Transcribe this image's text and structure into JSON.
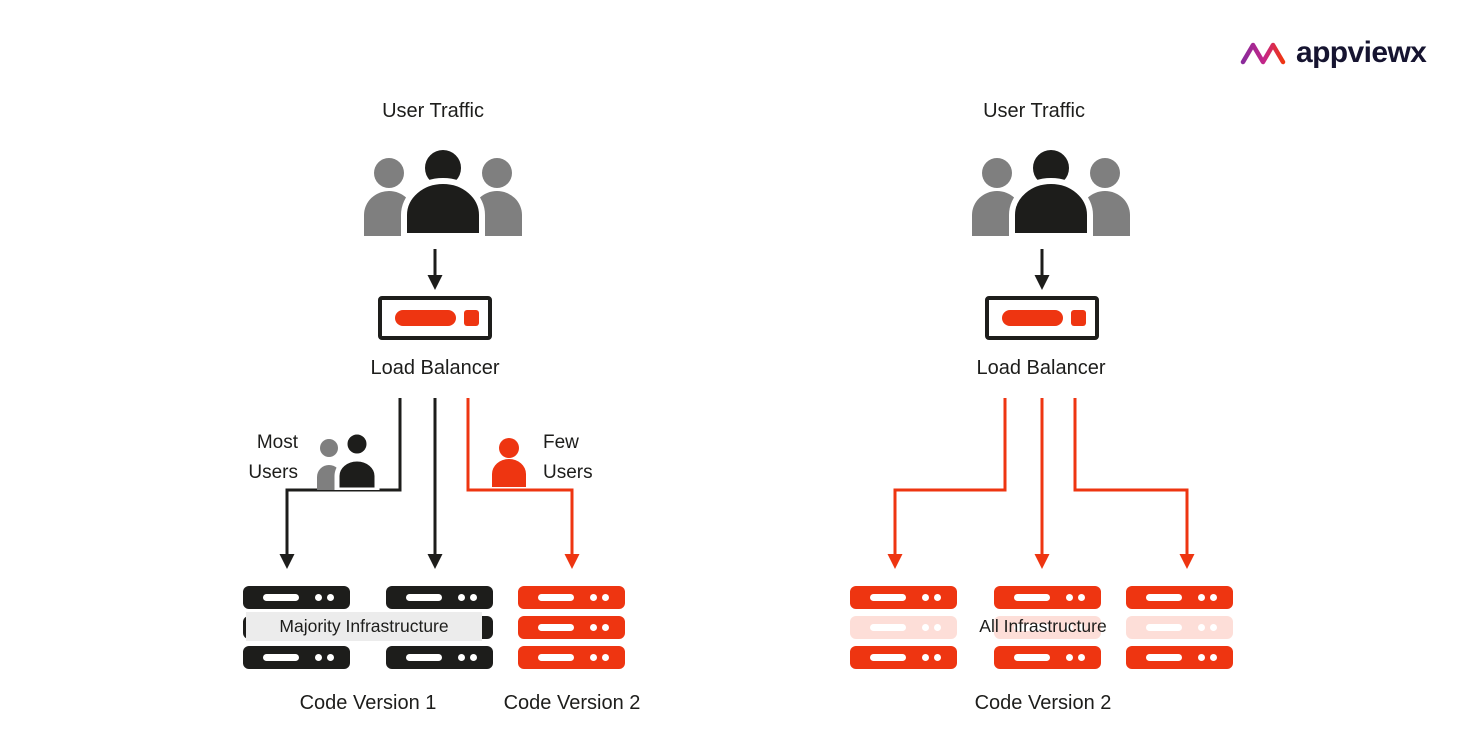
{
  "logo": {
    "brand": "appviewx"
  },
  "colors": {
    "red": "#ee3511",
    "black": "#1d1d1b",
    "gray": "#7f7f7f",
    "navy": "#161430"
  },
  "left_panel": {
    "user_traffic": "User Traffic",
    "load_balancer": "Load Balancer",
    "most_users": {
      "line1": "Most",
      "line2": "Users"
    },
    "few_users": {
      "line1": "Few",
      "line2": "Users"
    },
    "infrastructure_label": "Majority Infrastructure",
    "code_version_left": "Code Version 1",
    "code_version_right": "Code Version 2"
  },
  "right_panel": {
    "user_traffic": "User Traffic",
    "load_balancer": "Load Balancer",
    "infrastructure_label": "All Infrastructure",
    "code_version": "Code Version 2"
  }
}
